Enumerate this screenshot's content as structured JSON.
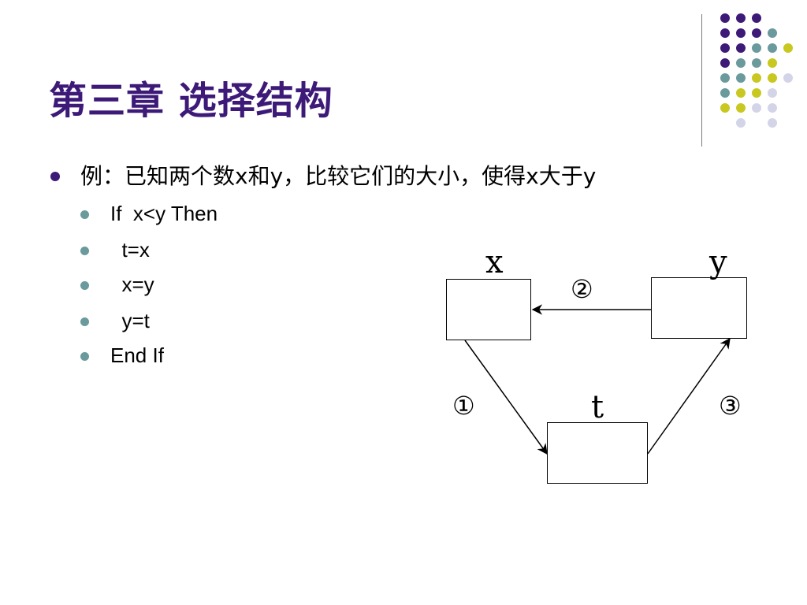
{
  "slide": {
    "title": "第三章 选择结构",
    "bullet": "例：已知两个数x和y，比较它们的大小，使得x大于y",
    "code_lines": [
      "If  x<y Then",
      "  t=x",
      "  x=y",
      "  y=t",
      "End If"
    ]
  },
  "diagram": {
    "label_x": "x",
    "label_y": "y",
    "label_t": "t",
    "step1": "①",
    "step2": "②",
    "step3": "③"
  },
  "colors": {
    "title": "#3d1a78",
    "dot_purple": "#3d1a78",
    "dot_teal": "#6a9a9c",
    "dot_yellow": "#c8c820",
    "dot_lavender": "#d4d4e8"
  }
}
